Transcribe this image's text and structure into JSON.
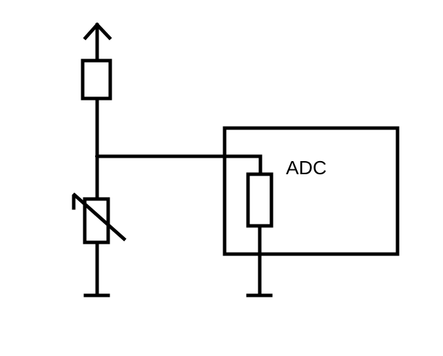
{
  "diagram": {
    "adc_label": "ADC"
  },
  "style": {
    "stroke_color": "#000000",
    "background_color": "#ffffff"
  },
  "components": [
    {
      "name": "supply-arrow-icon",
      "kind": "supply"
    },
    {
      "name": "top-resistor",
      "kind": "resistor"
    },
    {
      "name": "thermistor",
      "kind": "variable-resistor"
    },
    {
      "name": "adc-block",
      "kind": "block"
    },
    {
      "name": "adc-input-resistor",
      "kind": "resistor"
    },
    {
      "name": "ground-left-icon",
      "kind": "ground"
    },
    {
      "name": "ground-right-icon",
      "kind": "ground"
    }
  ]
}
